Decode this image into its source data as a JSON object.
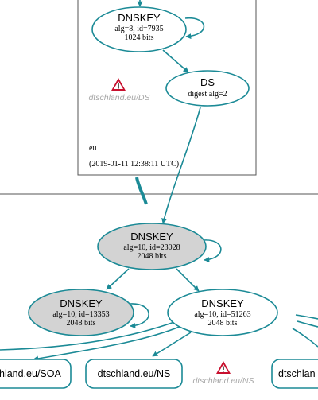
{
  "colors": {
    "edge": "#1b8a96",
    "node_fill_secure": "#d3d3d3",
    "node_fill_plain": "#ffffff",
    "warning_red": "#c8102e",
    "ghost_text": "#a9a9a9"
  },
  "parent_zone": {
    "name": "eu",
    "timestamp": "(2019-01-11 12:38:11 UTC)",
    "dnskey": {
      "title": "DNSKEY",
      "line1": "alg=8, id=7935",
      "line2": "1024 bits"
    },
    "ds": {
      "title": "DS",
      "line1": "digest alg=2"
    },
    "warning_label": "dtschland.eu/DS",
    "warning_icon": "warning-triangle-icon"
  },
  "child_zone": {
    "ksk": {
      "title": "DNSKEY",
      "line1": "alg=10, id=23028",
      "line2": "2048 bits"
    },
    "key_left": {
      "title": "DNSKEY",
      "line1": "alg=10, id=13353",
      "line2": "2048 bits"
    },
    "key_right": {
      "title": "DNSKEY",
      "line1": "alg=10, id=51263",
      "line2": "2048 bits"
    },
    "rrsets": {
      "soa": "hland.eu/SOA",
      "ns": "dtschland.eu/NS",
      "partial": "dtschlan"
    },
    "warning_label": "dtschland.eu/NS",
    "warning_icon": "warning-triangle-icon"
  }
}
